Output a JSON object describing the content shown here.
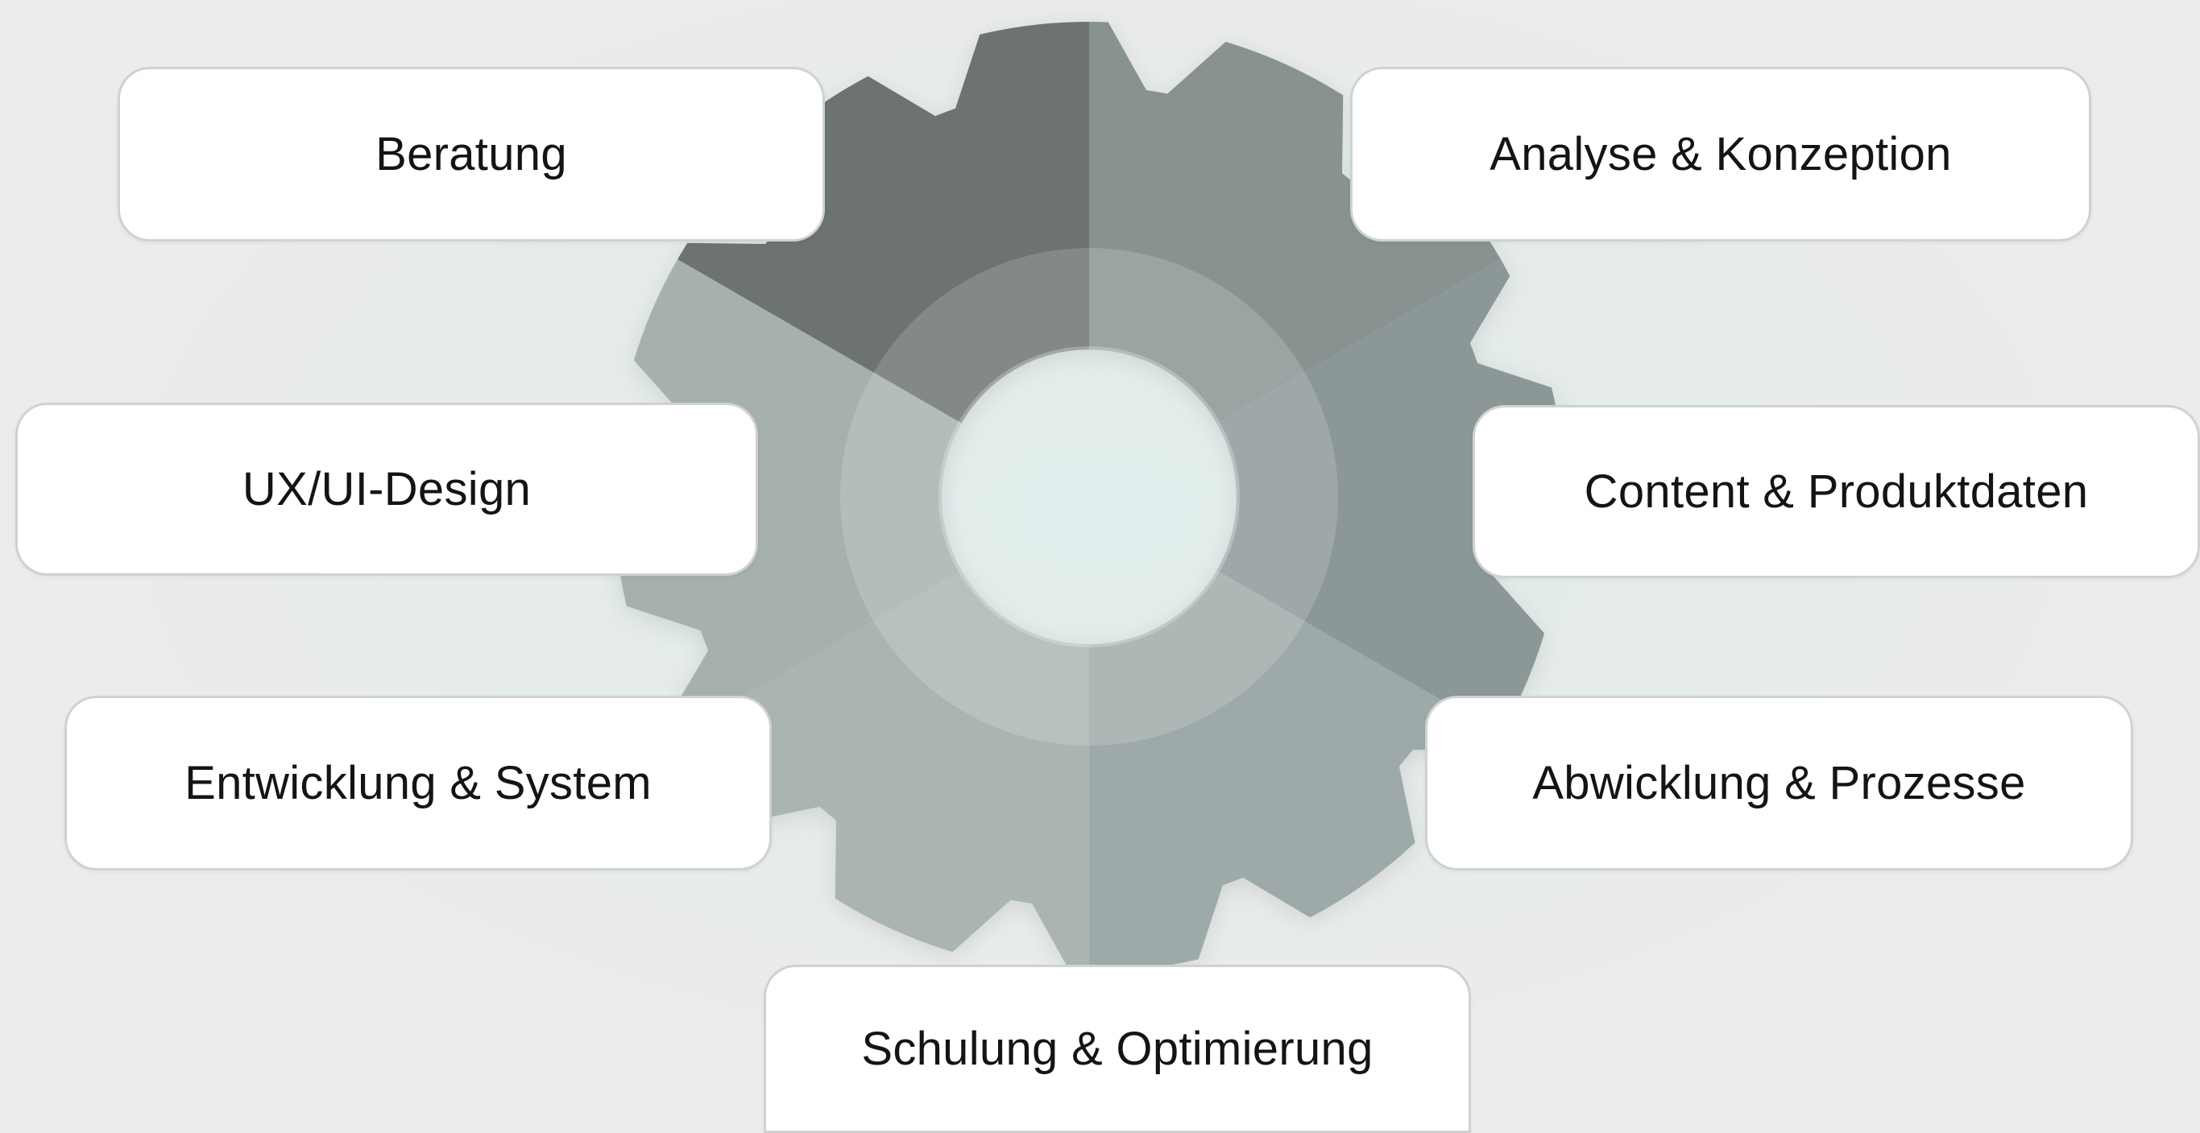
{
  "diagram": {
    "center_icon": "gear-icon",
    "segment_colors": [
      "#889391",
      "#8c9898",
      "#9eaaa9",
      "#aab5b3",
      "#a6b1af",
      "#6c7371",
      "#7d8985"
    ],
    "services": [
      {
        "label": "Beratung"
      },
      {
        "label": "Analyse & Konzeption"
      },
      {
        "label": "UX/UI-Design"
      },
      {
        "label": "Content & Produktdaten"
      },
      {
        "label": "Entwicklung & System"
      },
      {
        "label": "Abwicklung & Prozesse"
      },
      {
        "label": "Schulung & Optimierung"
      }
    ]
  }
}
